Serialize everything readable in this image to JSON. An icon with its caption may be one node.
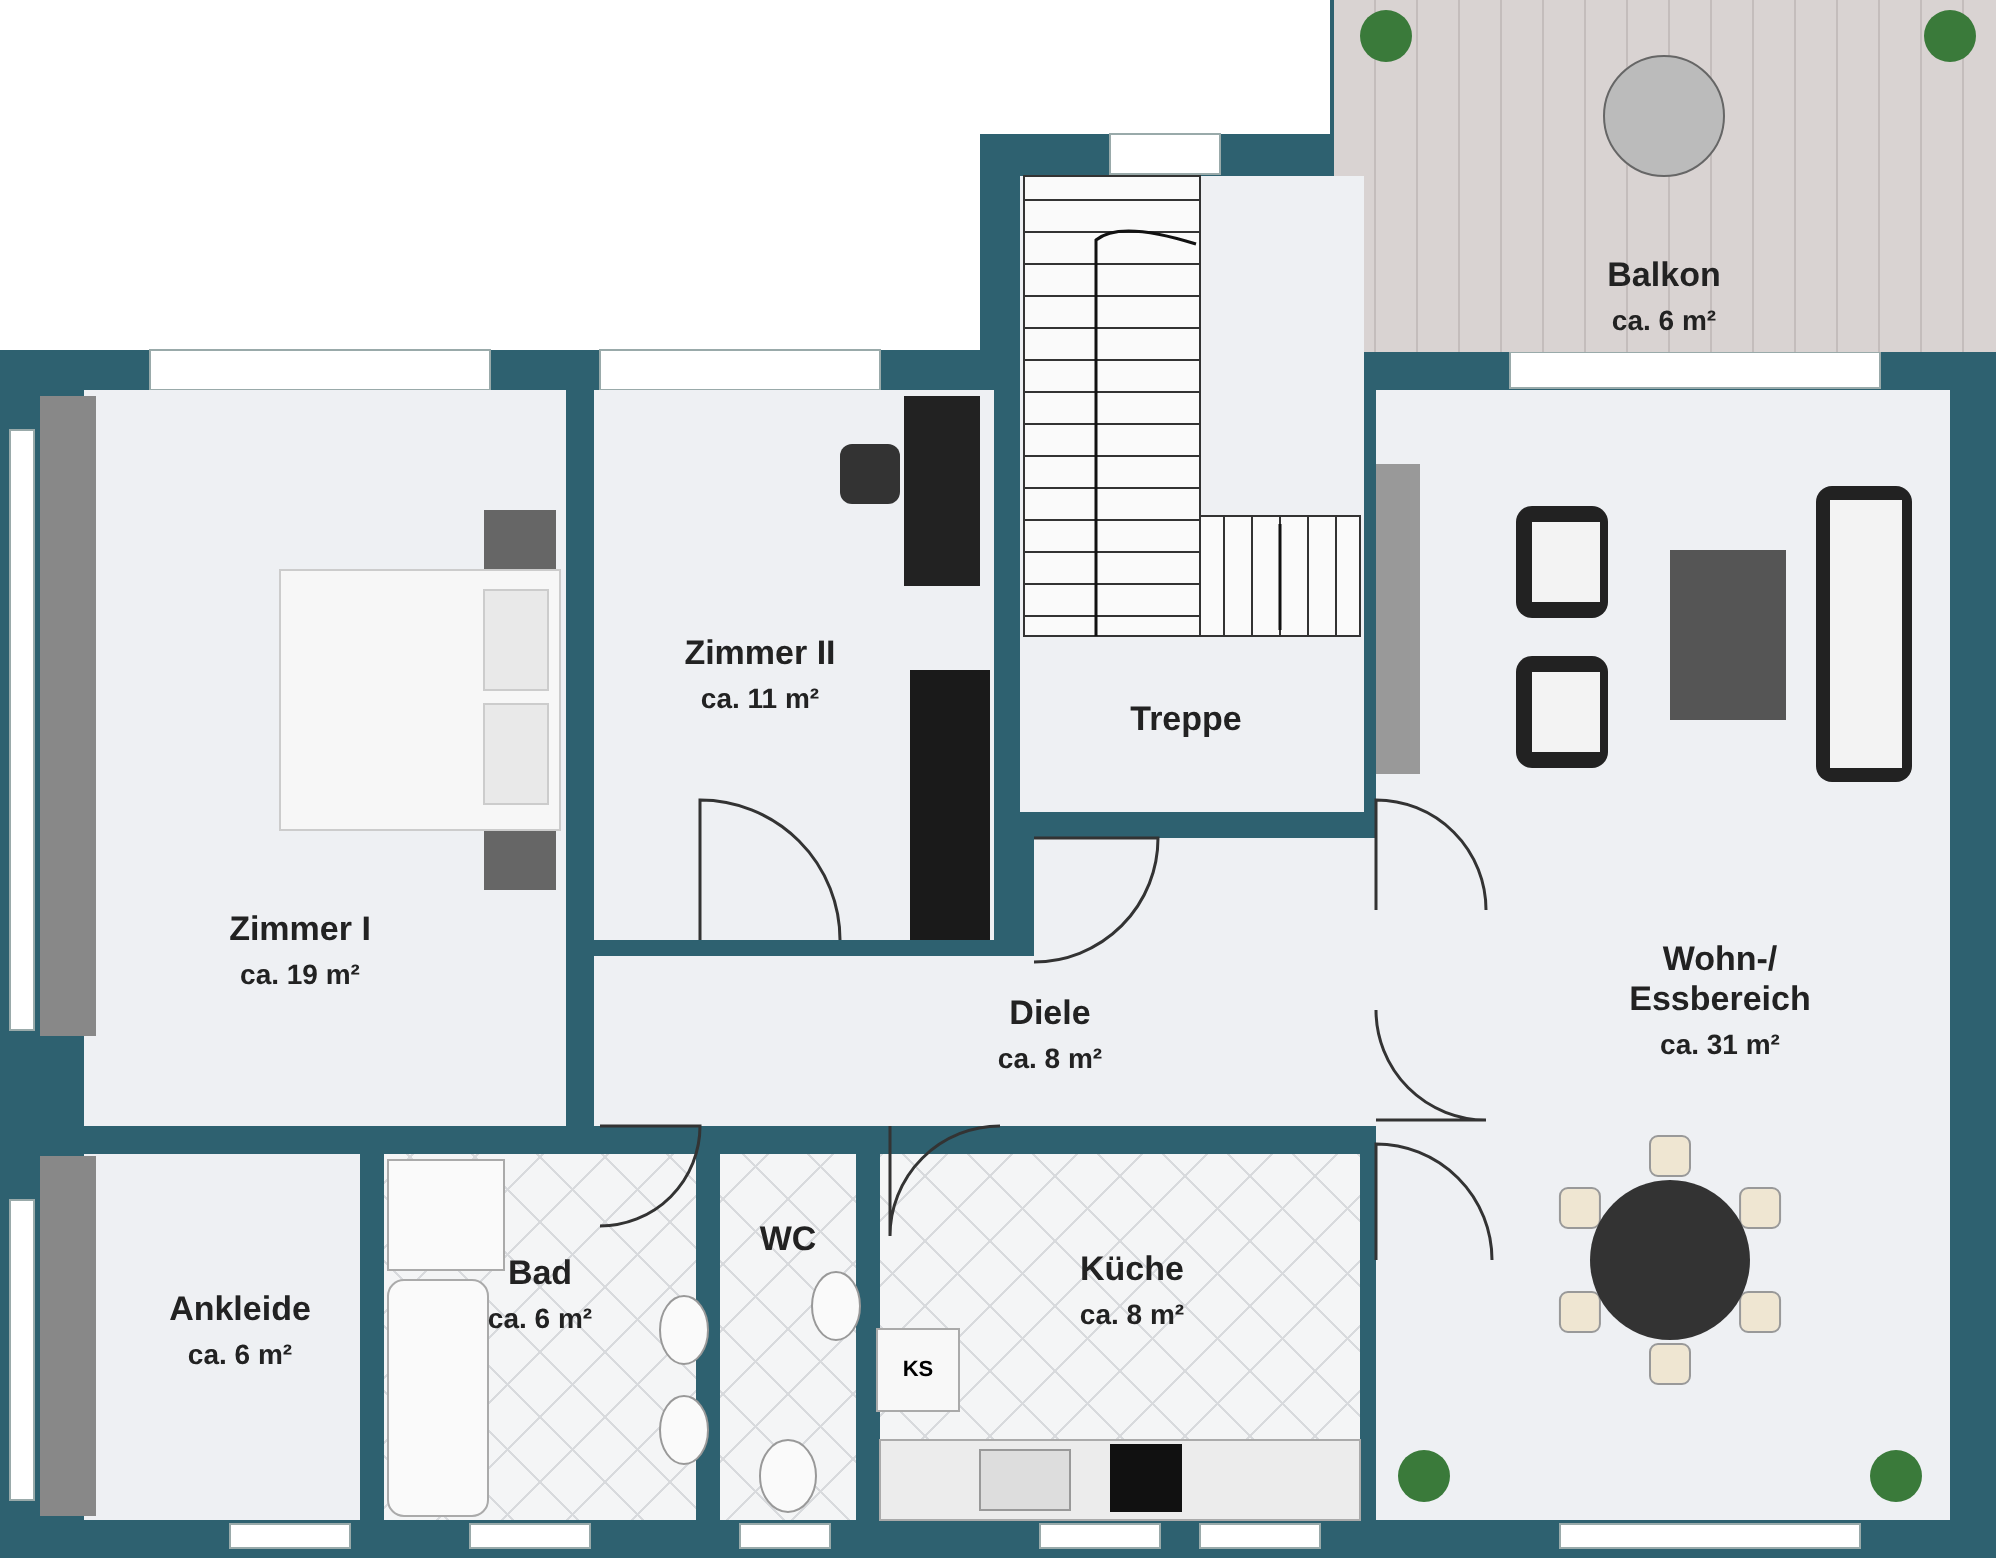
{
  "diagram": {
    "nodes": [
      {
        "text": [
          "Balkon",
          "ca. 6 m²"
        ]
      },
      {
        "text": [
          "Zimmer II",
          "ca. 11 m²"
        ]
      },
      {
        "text": [
          "Treppe"
        ]
      },
      {
        "text": [
          "Zimmer I",
          "ca. 19 m²"
        ]
      },
      {
        "text": [
          "Wohn-/ Essbereich",
          "ca. 31 m²"
        ]
      },
      {
        "text": [
          "Diele",
          "ca. 8 m²"
        ]
      },
      {
        "text": [
          "Ankleide",
          "ca. 6 m²"
        ]
      },
      {
        "text": [
          "Bad",
          "ca. 6 m²"
        ]
      },
      {
        "text": [
          "WC"
        ]
      },
      {
        "text": [
          "Küche",
          "ca. 8 m²"
        ]
      }
    ],
    "labels": [
      "KS"
    ]
  }
}
